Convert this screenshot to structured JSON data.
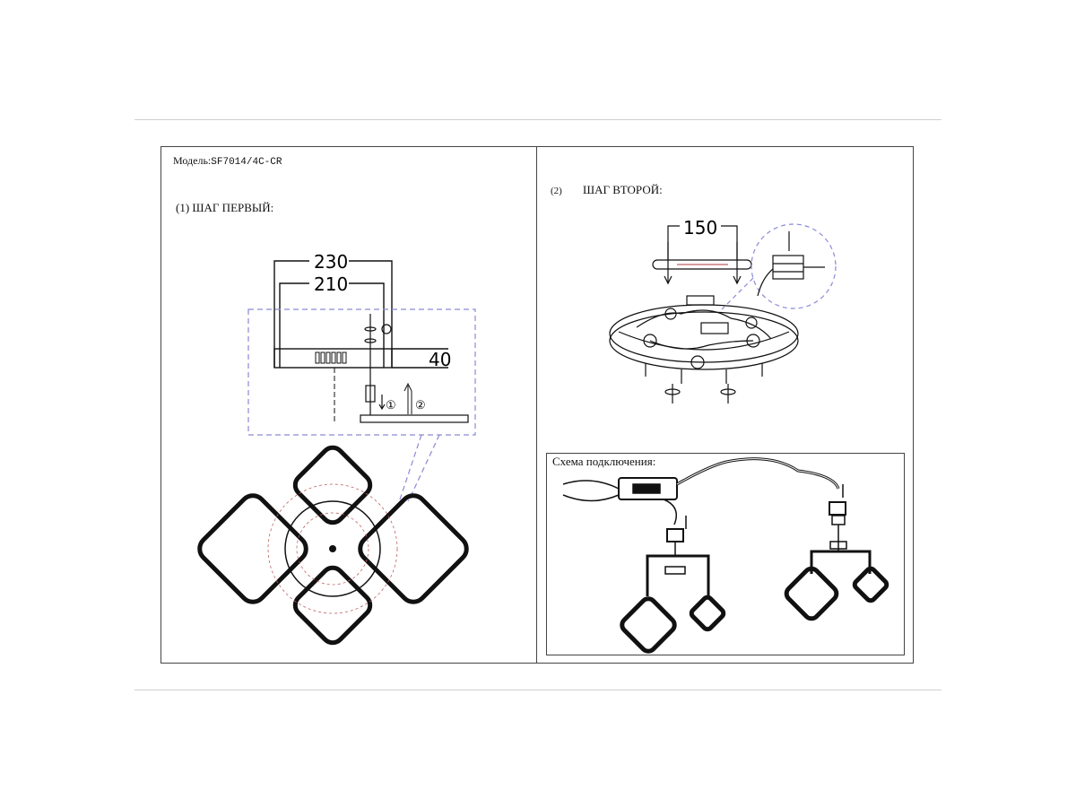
{
  "model": {
    "label": "Модель:",
    "value": "SF7014/4C-CR"
  },
  "step1": {
    "label": "(1) ШАГ ПЕРВЫЙ:"
  },
  "step2": {
    "num": "(2)",
    "label": "ШАГ ВТОРОЙ:"
  },
  "dimensions": {
    "outer": "230",
    "inner": "210",
    "height": "40",
    "mount": "150"
  },
  "step_markers": {
    "down": "①",
    "up": "②"
  },
  "scheme": {
    "title": "Схема подключения:"
  },
  "colors": {
    "line": "#111111",
    "dash": "#8a8ad6",
    "frame": "#444444",
    "accent": "#c06060"
  }
}
